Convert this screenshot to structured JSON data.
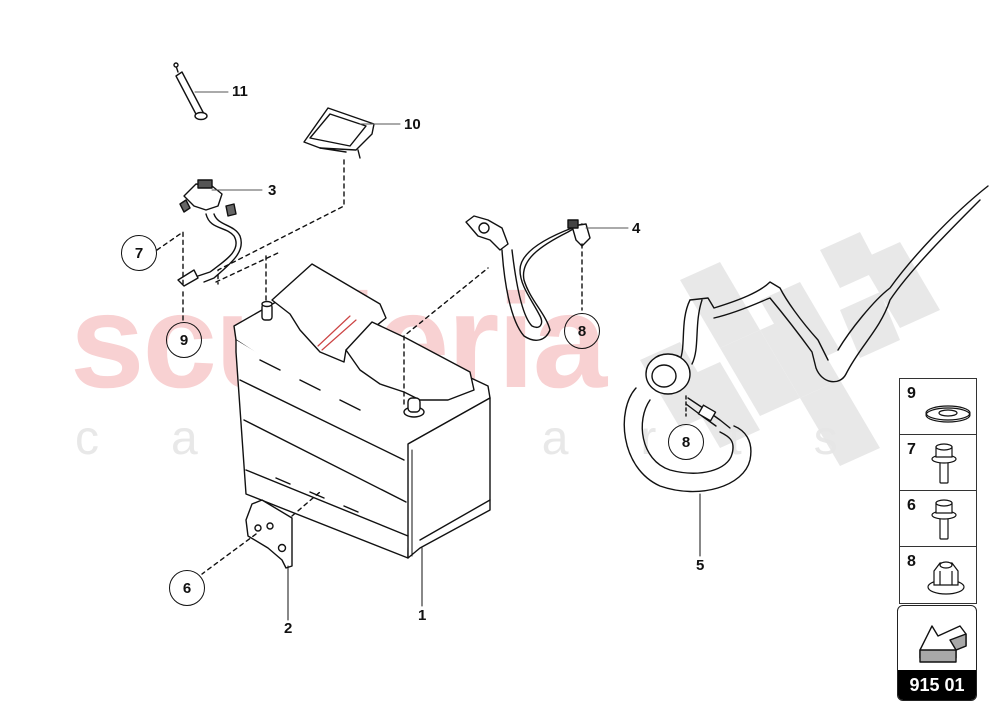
{
  "diagram": {
    "type": "exploded parts diagram",
    "subject": "battery, battery cables and mounting hardware",
    "watermark": {
      "main": "scuderia",
      "sub": "car parts",
      "main_color": "#f7c9cb",
      "sub_color": "#e8e8e8"
    },
    "callouts": [
      {
        "id": "1",
        "label": "1",
        "part": "battery"
      },
      {
        "id": "2",
        "label": "2",
        "part": "battery hold-down bracket"
      },
      {
        "id": "3",
        "label": "3",
        "part": "negative battery cable with terminal sensor"
      },
      {
        "id": "4",
        "label": "4",
        "part": "positive battery cable"
      },
      {
        "id": "5",
        "label": "5",
        "part": "main battery cable / wiring harness"
      },
      {
        "id": "10",
        "label": "10",
        "part": "terminal cover"
      },
      {
        "id": "11",
        "label": "11",
        "part": "vent plug / fuse"
      }
    ],
    "circled_refs": [
      {
        "label": "7",
        "near": "cable 3 lug"
      },
      {
        "label": "9",
        "near": "battery negative post"
      },
      {
        "label": "8",
        "near": "cable 4 lug"
      },
      {
        "label": "8",
        "near": "cable 5 lug"
      },
      {
        "label": "6",
        "near": "bracket 2"
      }
    ],
    "hardware_legend": [
      {
        "label": "9",
        "icon": "washer-icon"
      },
      {
        "label": "7",
        "icon": "flange-bolt-icon"
      },
      {
        "label": "6",
        "icon": "flange-bolt-icon"
      },
      {
        "label": "8",
        "icon": "flange-nut-icon"
      }
    ],
    "page_badge": {
      "label": "915 01",
      "icon": "arrow-page-icon",
      "arrow_fill": "#a8a8a8"
    }
  }
}
